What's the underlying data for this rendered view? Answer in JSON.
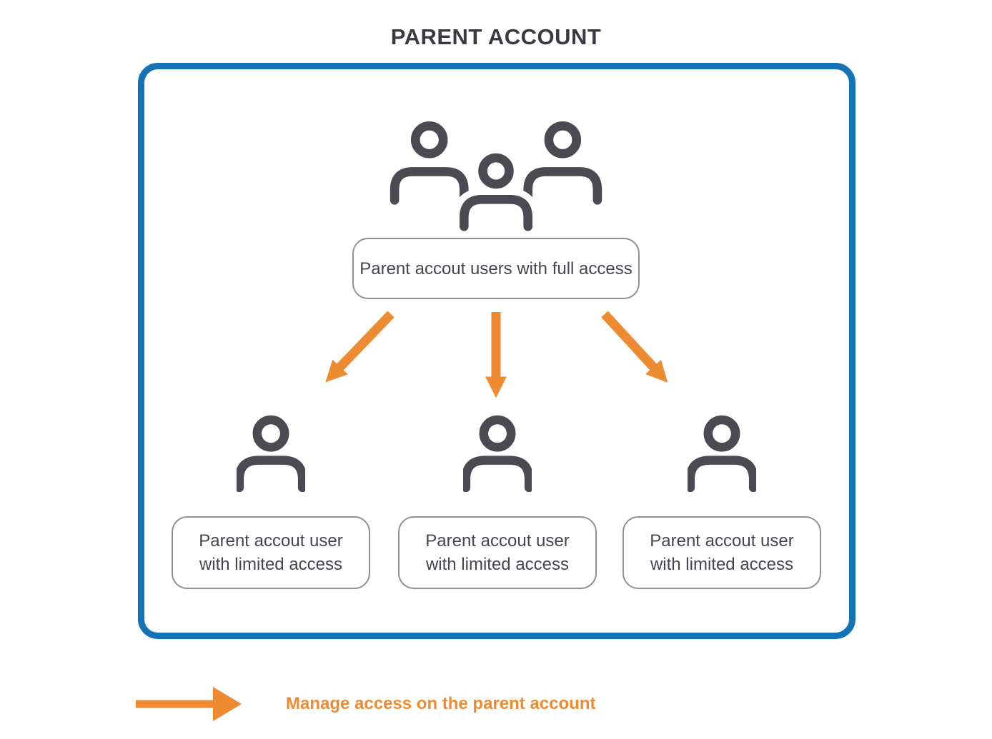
{
  "title": "PARENT ACCOUNT",
  "colors": {
    "accent_blue": "#1472B7",
    "accent_orange": "#EE8A31",
    "icon_dark": "#4A4A52",
    "text_dark": "#45454D",
    "title_dark": "#3A3A42",
    "box_border": "#8F8F95"
  },
  "diagram": {
    "root": {
      "label": "Parent accout users with full access",
      "icon": "group-users-icon"
    },
    "children": [
      {
        "label": "Parent accout user\nwith limited access",
        "icon": "single-user-icon"
      },
      {
        "label": "Parent accout user\nwith limited access",
        "icon": "single-user-icon"
      },
      {
        "label": "Parent accout user\nwith limited access",
        "icon": "single-user-icon"
      }
    ],
    "connector_icon": "orange-down-arrow-icon"
  },
  "legend": {
    "icon": "orange-right-arrow-icon",
    "label": "Manage access on the parent account"
  }
}
